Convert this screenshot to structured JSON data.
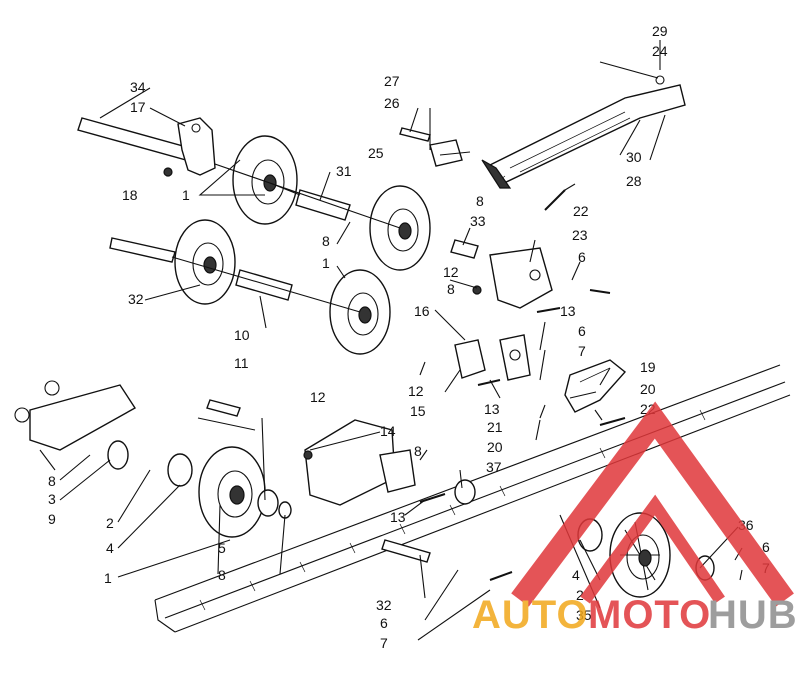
{
  "diagram": {
    "callouts": [
      {
        "id": "c29",
        "text": "29"
      },
      {
        "id": "c24",
        "text": "24"
      },
      {
        "id": "c27",
        "text": "27"
      },
      {
        "id": "c26",
        "text": "26"
      },
      {
        "id": "c34",
        "text": "34"
      },
      {
        "id": "c17",
        "text": "17"
      },
      {
        "id": "c25",
        "text": "25"
      },
      {
        "id": "c31",
        "text": "31"
      },
      {
        "id": "c30",
        "text": "30"
      },
      {
        "id": "c28",
        "text": "28"
      },
      {
        "id": "c18",
        "text": "18"
      },
      {
        "id": "c1a",
        "text": "1"
      },
      {
        "id": "c22a",
        "text": "22"
      },
      {
        "id": "c8a",
        "text": "8"
      },
      {
        "id": "c33",
        "text": "33"
      },
      {
        "id": "c23",
        "text": "23"
      },
      {
        "id": "c8b",
        "text": "8"
      },
      {
        "id": "c1b",
        "text": "1"
      },
      {
        "id": "c6a",
        "text": "6"
      },
      {
        "id": "c12a",
        "text": "12"
      },
      {
        "id": "c32a",
        "text": "32"
      },
      {
        "id": "c8c",
        "text": "8"
      },
      {
        "id": "c16",
        "text": "16"
      },
      {
        "id": "c10",
        "text": "10"
      },
      {
        "id": "c13a",
        "text": "13"
      },
      {
        "id": "c6b",
        "text": "6"
      },
      {
        "id": "c7a",
        "text": "7"
      },
      {
        "id": "c11",
        "text": "11"
      },
      {
        "id": "c19",
        "text": "19"
      },
      {
        "id": "c12b",
        "text": "12"
      },
      {
        "id": "c20a",
        "text": "20"
      },
      {
        "id": "c15",
        "text": "15"
      },
      {
        "id": "c13b",
        "text": "13"
      },
      {
        "id": "c22b",
        "text": "22"
      },
      {
        "id": "c12c",
        "text": "12"
      },
      {
        "id": "c21",
        "text": "21"
      },
      {
        "id": "c20b",
        "text": "20"
      },
      {
        "id": "c14",
        "text": "14"
      },
      {
        "id": "c8d",
        "text": "8"
      },
      {
        "id": "c37",
        "text": "37"
      },
      {
        "id": "c8e",
        "text": "8"
      },
      {
        "id": "c3",
        "text": "3"
      },
      {
        "id": "c9",
        "text": "9"
      },
      {
        "id": "c2a",
        "text": "2"
      },
      {
        "id": "c4a",
        "text": "4"
      },
      {
        "id": "c13c",
        "text": "13"
      },
      {
        "id": "c5",
        "text": "5"
      },
      {
        "id": "c1c",
        "text": "1"
      },
      {
        "id": "c8f",
        "text": "8"
      },
      {
        "id": "c36",
        "text": "36"
      },
      {
        "id": "c6c",
        "text": "6"
      },
      {
        "id": "c7b",
        "text": "7"
      },
      {
        "id": "c4b",
        "text": "4"
      },
      {
        "id": "c2b",
        "text": "2"
      },
      {
        "id": "c32b",
        "text": "32"
      },
      {
        "id": "c35",
        "text": "35"
      },
      {
        "id": "c6d",
        "text": "6"
      },
      {
        "id": "c7c",
        "text": "7"
      }
    ]
  },
  "watermark": {
    "word1": "AUTO",
    "word2": "MOTO",
    "word3": "HUB",
    "colors": {
      "red": "#e0373a",
      "orange": "#f2a71b",
      "gray": "#8c8c8c"
    }
  }
}
